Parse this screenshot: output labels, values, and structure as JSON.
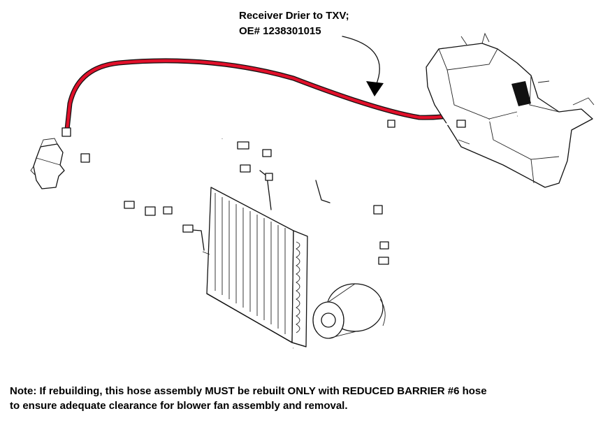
{
  "callout": {
    "line1": "Receiver Drier to TXV;",
    "line2": "OE# 1238301015"
  },
  "note": {
    "line1": "Note: If rebuilding, this hose assembly MUST be rebuilt ONLY with REDUCED BARRIER #6 hose",
    "line2": "to ensure adequate clearance for blower fan assembly and removal."
  },
  "colors": {
    "highlighted_hose": "#e0102a",
    "line_art": "#111111",
    "background": "#ffffff"
  }
}
